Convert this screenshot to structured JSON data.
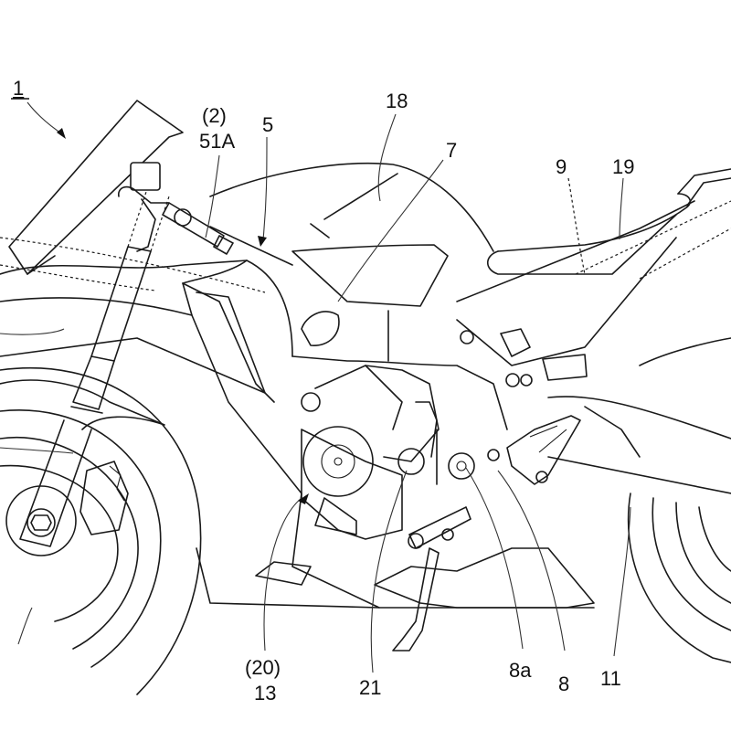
{
  "figure": {
    "type": "patent-drawing",
    "subject": "motorcycle side view",
    "reference_labels": [
      {
        "id": "ref-1",
        "text": "1",
        "underlined": true
      },
      {
        "id": "ref-2",
        "text": "(2)"
      },
      {
        "id": "ref-51A",
        "text": "51A"
      },
      {
        "id": "ref-5",
        "text": "5"
      },
      {
        "id": "ref-18",
        "text": "18"
      },
      {
        "id": "ref-7",
        "text": "7"
      },
      {
        "id": "ref-9",
        "text": "9"
      },
      {
        "id": "ref-19",
        "text": "19"
      },
      {
        "id": "ref-20",
        "text": "(20)"
      },
      {
        "id": "ref-13",
        "text": "13"
      },
      {
        "id": "ref-21",
        "text": "21"
      },
      {
        "id": "ref-8a",
        "text": "8a"
      },
      {
        "id": "ref-8",
        "text": "8"
      },
      {
        "id": "ref-11",
        "text": "11"
      }
    ],
    "colors": {
      "line": "#1a1a1a",
      "background": "#ffffff"
    }
  }
}
